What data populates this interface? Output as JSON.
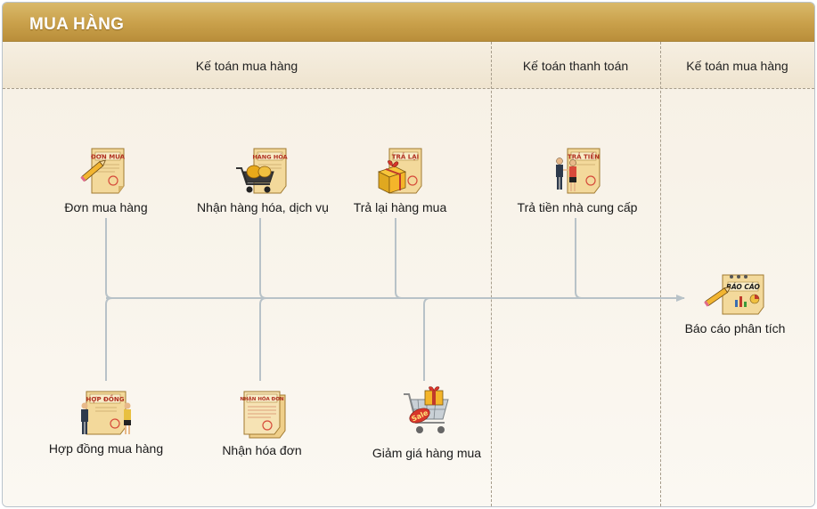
{
  "header": {
    "title": "MUA HÀNG"
  },
  "columns": [
    {
      "label": "Kế toán mua hàng"
    },
    {
      "label": "Kế toán thanh toán"
    },
    {
      "label": "Kế toán mua hàng"
    }
  ],
  "nodes": {
    "don_mua_hang": {
      "label": "Đơn mua hàng",
      "icon_text": "ĐƠN MUA"
    },
    "nhan_hang_hoa": {
      "label": "Nhận hàng hóa, dịch vụ",
      "icon_text": "HÀNG HÓA"
    },
    "tra_lai_hang_mua": {
      "label": "Trả lại hàng mua",
      "icon_text": "TRẢ LẠI"
    },
    "tra_tien": {
      "label": "Trả tiền nhà cung cấp",
      "icon_text": "TRẢ TIỀN"
    },
    "bao_cao": {
      "label": "Báo cáo phân tích",
      "icon_text": "BÁO CÁO"
    },
    "hop_dong": {
      "label": "Hợp đồng mua hàng",
      "icon_text": "HỢP ĐỒNG"
    },
    "nhan_hoa_don": {
      "label": "Nhận hóa đơn",
      "icon_text": "NHẬN HÓA ĐƠN"
    },
    "giam_gia": {
      "label": "Giảm giá hàng mua",
      "icon_text": "Sale"
    }
  },
  "colors": {
    "title_bar": "#c9a04a",
    "connector": "#b8c2c8",
    "document_paper": "#f6e3b4",
    "document_header": "#c0392b"
  }
}
